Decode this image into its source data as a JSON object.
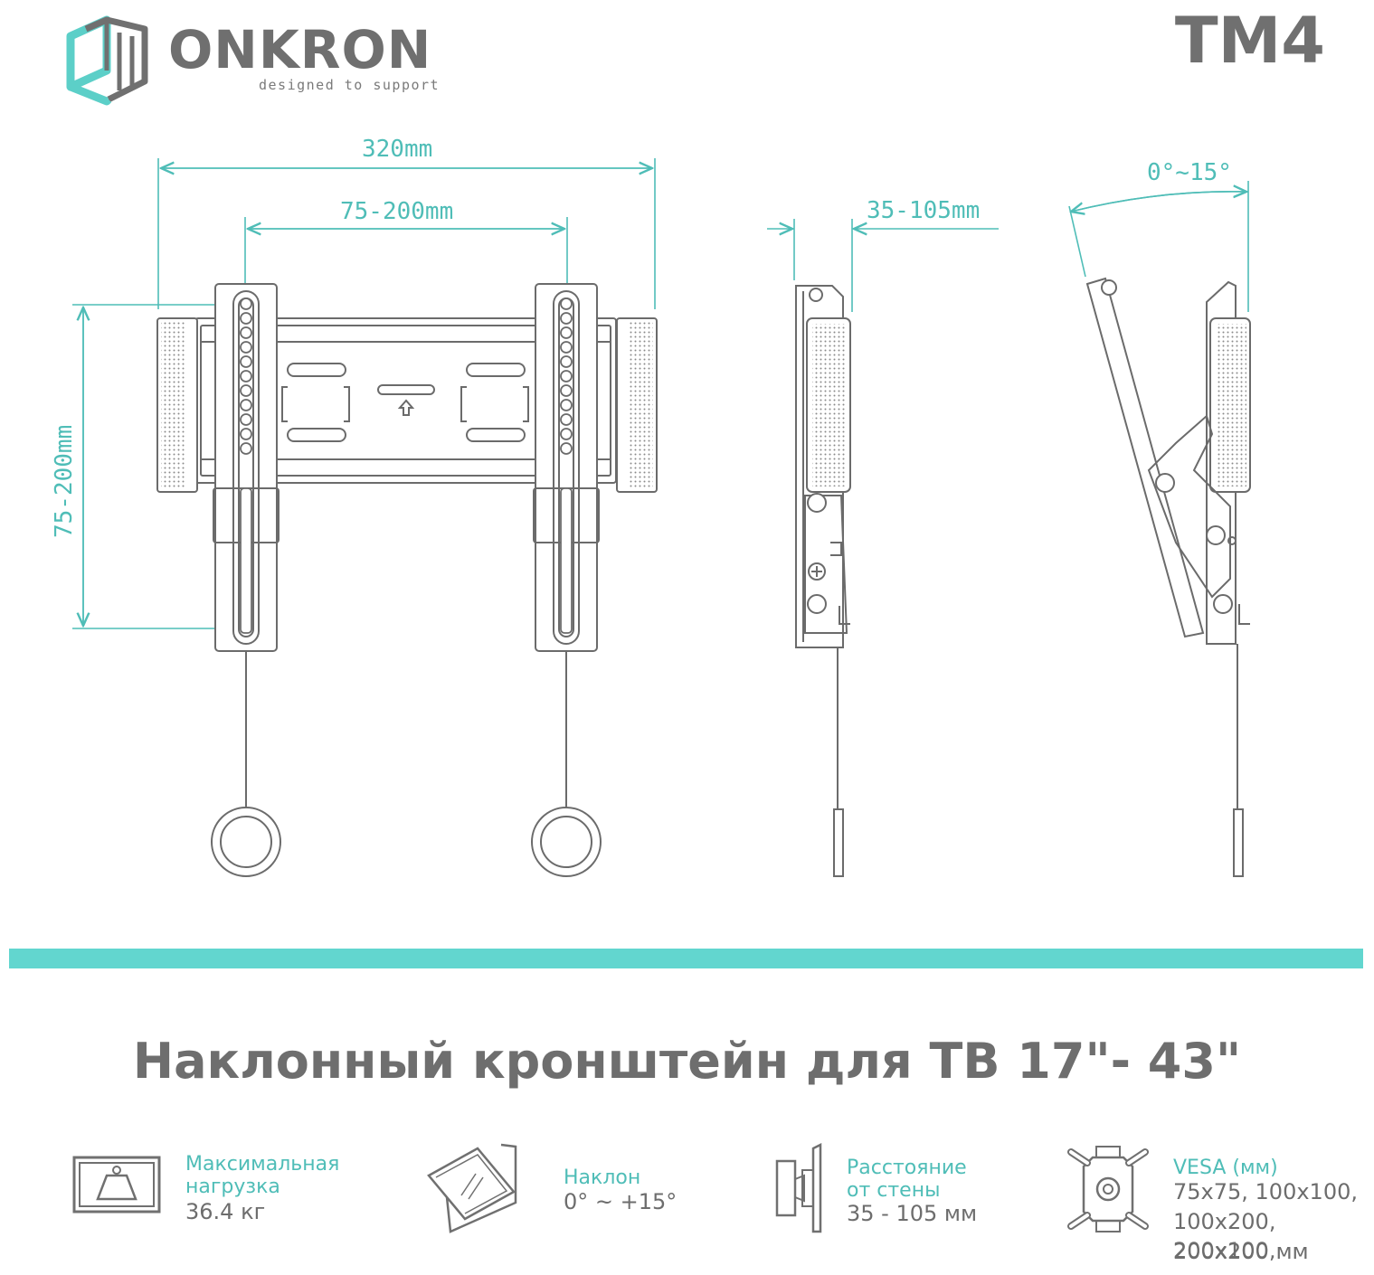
{
  "brand": {
    "name": "ONKRON",
    "tagline": "designed to support"
  },
  "model": "TM4",
  "dimensions": {
    "width_total": "320mm",
    "vesa_horizontal": "75-200mm",
    "vesa_vertical": "75-200mm",
    "wall_distance": "35-105mm",
    "tilt": "0°~15°"
  },
  "headline": "Наклонный кронштейн для ТВ  17\"- 43\"",
  "specs": {
    "load": {
      "title_1": "Максимальная",
      "title_2": "нагрузка",
      "value": "36.4 кг"
    },
    "tilt": {
      "title": "Наклон",
      "value": "0° ~ +15°"
    },
    "distance": {
      "title_1": "Расстояние",
      "title_2": "от стены",
      "value": "35 - 105 мм"
    },
    "vesa": {
      "title": "VESA (мм)",
      "value_1": "75x75, 100x100,",
      "value_2": "100x200, 200x100,",
      "value_3": "200x200 мм"
    }
  },
  "colors": {
    "accent": "#62d6cf",
    "dimension": "#4fbdb7",
    "drawing": "#6b6b6b",
    "text": "#6d6d6d"
  }
}
